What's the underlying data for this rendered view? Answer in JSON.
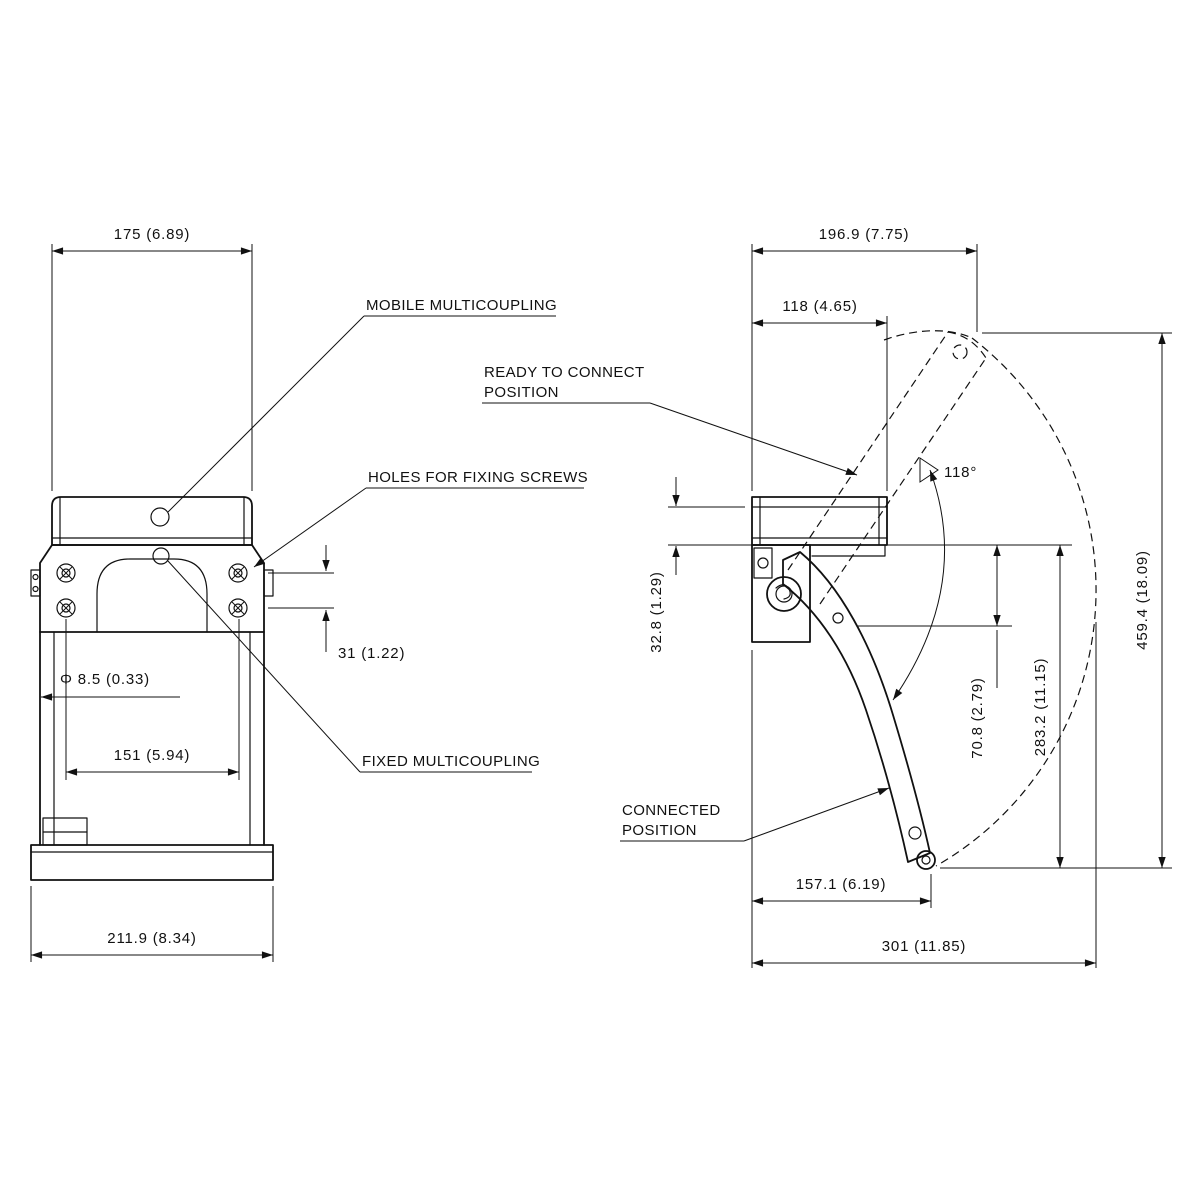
{
  "colors": {
    "ink": "#111111",
    "background": "#ffffff"
  },
  "front_view": {
    "labels": {
      "mobile_multicoupling": "MOBILE MULTICOUPLING",
      "holes_for_fixing_screws": "HOLES FOR FIXING SCREWS",
      "fixed_multicoupling": "FIXED MULTICOUPLING"
    },
    "dimensions": {
      "top_width": "175 (6.89)",
      "screw_row_spacing": "31 (1.22)",
      "hole_diameter": "Φ 8.5 (0.33)",
      "screw_column_spacing": "151 (5.94)",
      "bottom_width": "211.9 (8.34)"
    }
  },
  "side_view": {
    "labels": {
      "ready_to_connect_line1": "READY TO CONNECT",
      "ready_to_connect_line2": "POSITION",
      "connected_line1": "CONNECTED",
      "connected_line2": "POSITION"
    },
    "dimensions": {
      "overall_depth": "196.9 (7.75)",
      "body_depth": "118 (4.65)",
      "opening_angle": "118°",
      "plate_thickness": "32.8 (1.29)",
      "pivot_offset": "70.8 (2.79)",
      "connected_height": "283.2 (11.15)",
      "overall_height": "459.4 (18.09)",
      "lever_reach": "157.1 (6.19)",
      "overall_reach": "301 (11.85)"
    }
  }
}
